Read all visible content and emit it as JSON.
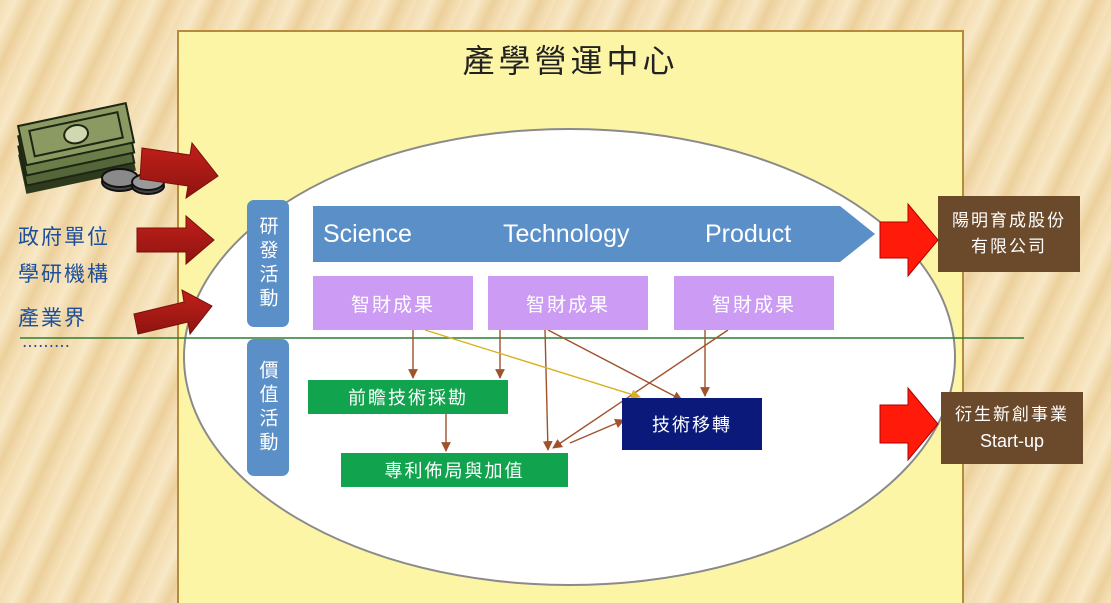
{
  "title": "產學營運中心",
  "sources": [
    "政府單位",
    "學研機構",
    "產業界",
    "………"
  ],
  "rd_label": "研發活動",
  "value_label": "價值活動",
  "pipeline": [
    "Science",
    "Technology",
    "Product"
  ],
  "ip_results": [
    "智財成果",
    "智財成果",
    "智財成果"
  ],
  "activities": {
    "scouting": "前瞻技術採勘",
    "transfer": "技術移轉",
    "patent": "專利佈局與加值"
  },
  "outputs": {
    "company_line1": "陽明育成股份",
    "company_line2": "有限公司",
    "startup_line1": "衍生新創事業",
    "startup_line2": "Start-up"
  },
  "colors": {
    "panel": "#fdf5a6",
    "pipeline_arrow": "#5b8fc8",
    "ip_box": "#cc9cf4",
    "green_box": "#12a34e",
    "navy_box": "#0b1a7a",
    "brown_box": "#6b4a2c",
    "red_arrow": "#e01010",
    "divider": "#2e7d32"
  }
}
